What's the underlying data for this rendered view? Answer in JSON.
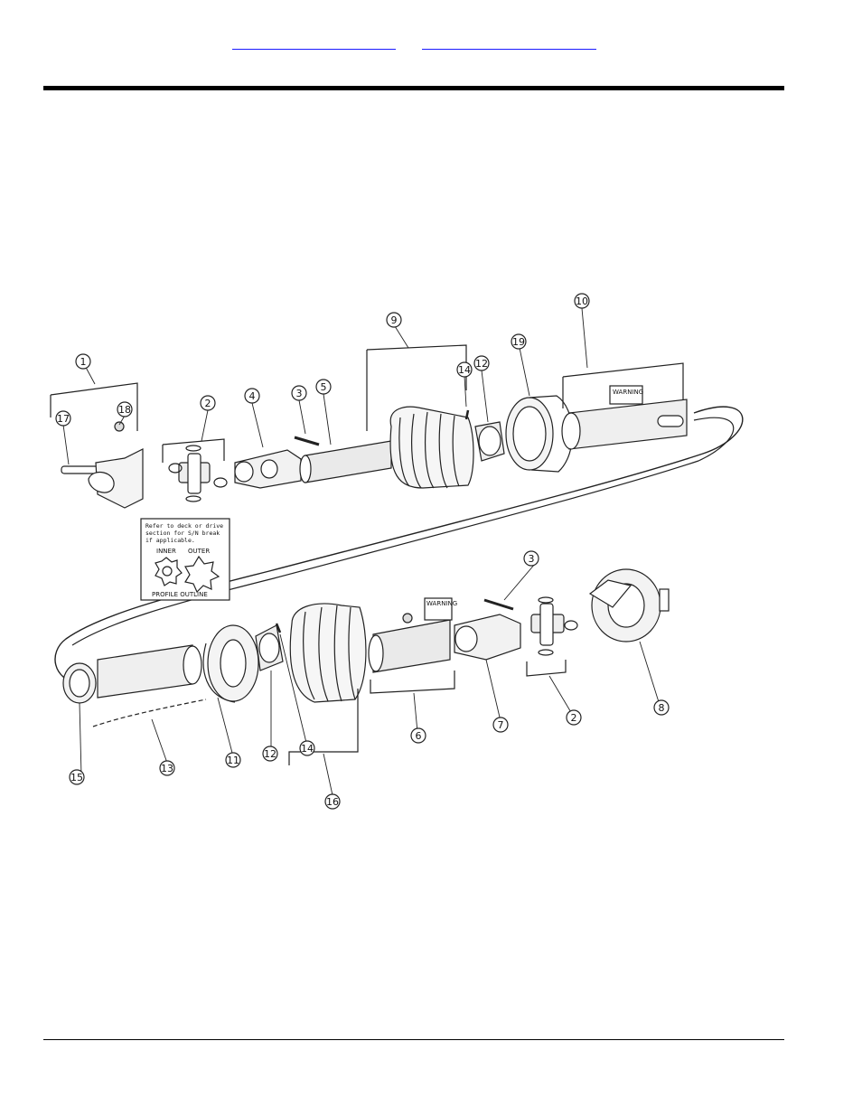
{
  "header": {
    "links": [
      {
        "label": ""
      },
      {
        "label": ""
      }
    ]
  },
  "diagram": {
    "callouts": [
      "1",
      "2",
      "3",
      "4",
      "5",
      "6",
      "7",
      "8",
      "9",
      "10",
      "11",
      "12",
      "13",
      "14",
      "15",
      "16",
      "17",
      "18",
      "19"
    ],
    "note": {
      "lines": [
        "Refer to deck or drive",
        "section for S/N break",
        "if applicable."
      ],
      "inner_label": "INNER",
      "outer_label": "OUTER",
      "caption": "PROFILE  OUTLINE"
    },
    "decal_label": "WARNING"
  }
}
